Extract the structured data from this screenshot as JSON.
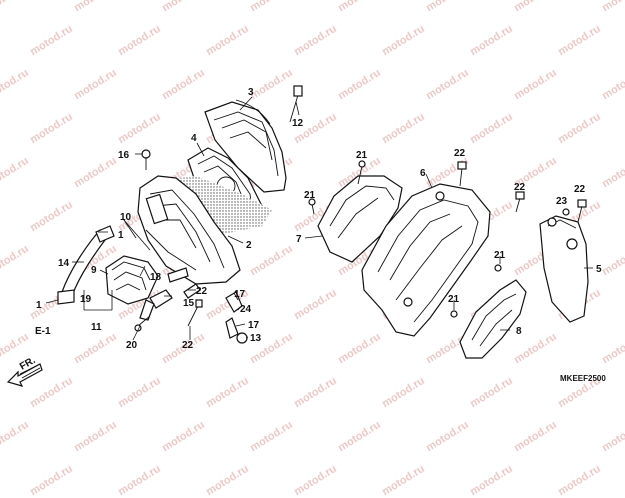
{
  "watermark": "motod.ru",
  "diagram_code": "MKEEF2500",
  "arrow_label": "FR.",
  "ref_label": "E-1",
  "callouts": {
    "c1a": "1",
    "c1b": "1",
    "c2": "2",
    "c3": "3",
    "c4": "4",
    "c5": "5",
    "c6": "6",
    "c7": "7",
    "c8": "8",
    "c9": "9",
    "c10": "10",
    "c11": "11",
    "c12": "12",
    "c13": "13",
    "c14": "14",
    "c15": "15",
    "c16": "16",
    "c17a": "17",
    "c17b": "17",
    "c18": "18",
    "c19": "19",
    "c20": "20",
    "c21a": "21",
    "c21b": "21",
    "c21c": "21",
    "c21d": "21",
    "c22a": "22",
    "c22b": "22",
    "c22c": "22",
    "c22d": "22",
    "c22e": "22",
    "c23": "23",
    "c24": "24"
  }
}
